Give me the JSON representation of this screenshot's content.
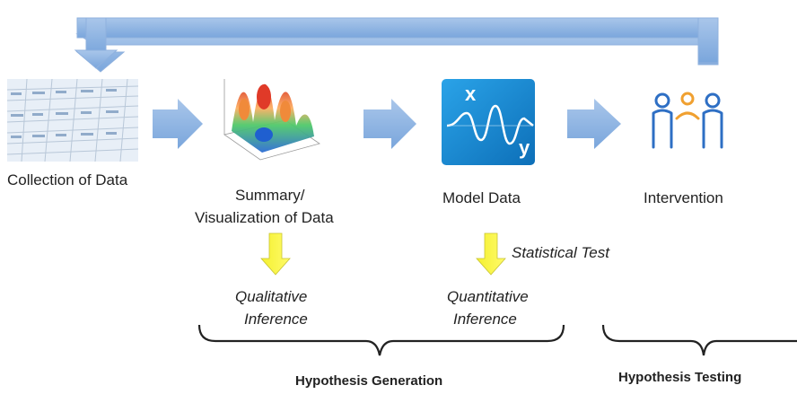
{
  "diagram": {
    "nodes": [
      {
        "id": "collection",
        "label": "Collection of Data",
        "icon": "spreadsheet-icon"
      },
      {
        "id": "summary",
        "label_line1": "Summary/",
        "label_line2": "Visualization of Data",
        "icon": "surface-plot-icon"
      },
      {
        "id": "model",
        "label": "Model Data",
        "icon": "xy-wave-icon"
      },
      {
        "id": "intervention",
        "label": "Intervention",
        "icon": "people-icon"
      }
    ],
    "statistical_test": "Statistical Test",
    "qualitative": {
      "line1": "Qualitative",
      "line2": "Inference"
    },
    "quantitative": {
      "line1": "Quantitative",
      "line2": "Inference"
    },
    "groups": {
      "generation": "Hypothesis Generation",
      "testing": "Hypothesis Testing"
    },
    "colors": {
      "flow_arrow": "#8db3e2",
      "down_arrow": "#ffff33",
      "model_tile": "#1a8fd6",
      "person_blue": "#2e6fc4",
      "person_orange": "#f0a030"
    }
  }
}
